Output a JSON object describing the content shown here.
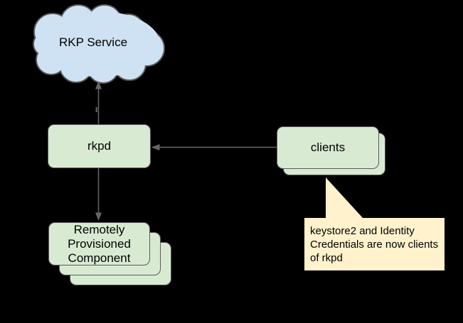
{
  "diagram": {
    "title": "rkpd architecture diagram",
    "background_color": "#000000",
    "stroke_color": "#595959",
    "arrow_color": "#666666",
    "text_color": "#000000",
    "nodes": {
      "rkp_service": {
        "label": "RKP Service",
        "shape": "cloud",
        "fill": "#cfe2f3"
      },
      "rkpd": {
        "label": "rkpd",
        "shape": "rounded-box",
        "fill": "#d9ead3"
      },
      "clients": {
        "label": "clients",
        "shape": "stacked-rounded-boxes",
        "stack_count": 2,
        "fill": "#d9ead3"
      },
      "rpc": {
        "label": "Remotely Provisioned Component",
        "shape": "stacked-rounded-boxes",
        "stack_count": 3,
        "fill": "#d9ead3"
      }
    },
    "callout": {
      "text": "keystore2 and Identity Credentials are now clients of rkpd",
      "fill": "#fff2cc",
      "points_to": "clients"
    },
    "edges": [
      {
        "from": "rkpd",
        "to": "rkp_service",
        "arrowhead_at": "rkp_service"
      },
      {
        "from": "clients",
        "to": "rkpd",
        "arrowhead_at": "rkpd"
      },
      {
        "from": "rkpd",
        "to": "rpc",
        "arrowhead_at": "rpc"
      }
    ]
  }
}
